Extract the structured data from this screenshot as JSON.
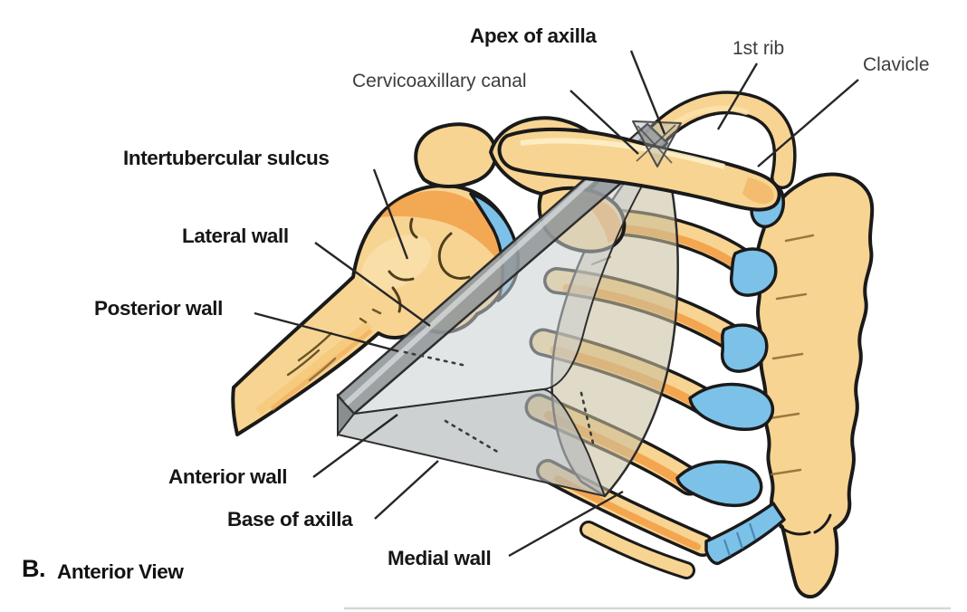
{
  "figure": {
    "caption_prefix": "B.",
    "caption": "Anterior View",
    "labels": {
      "apex": "Apex of axilla",
      "cervicoaxillary": "Cervicoaxillary canal",
      "first_rib": "1st rib",
      "clavicle": "Clavicle",
      "intertubercular_sulcus": "Intertubercular sulcus",
      "lateral_wall": "Lateral wall",
      "posterior_wall": "Posterior wall",
      "anterior_wall": "Anterior wall",
      "base_of_axilla": "Base of axilla",
      "medial_wall": "Medial wall"
    },
    "colors": {
      "background": "#FFFFFF",
      "bone": "#F7D492",
      "bone_shade": "#F2A34C",
      "bone_highlight": "#F9E2AE",
      "cartilage_blue": "#7CC1E8",
      "prism_gray": "#C8CBCD",
      "prism_strip": "#989DA0",
      "medial_wall_beige": "#C9C0A0",
      "outline": "#1A1A1A",
      "label_dark": "#161616",
      "label_gray": "#3D3D3D"
    }
  }
}
